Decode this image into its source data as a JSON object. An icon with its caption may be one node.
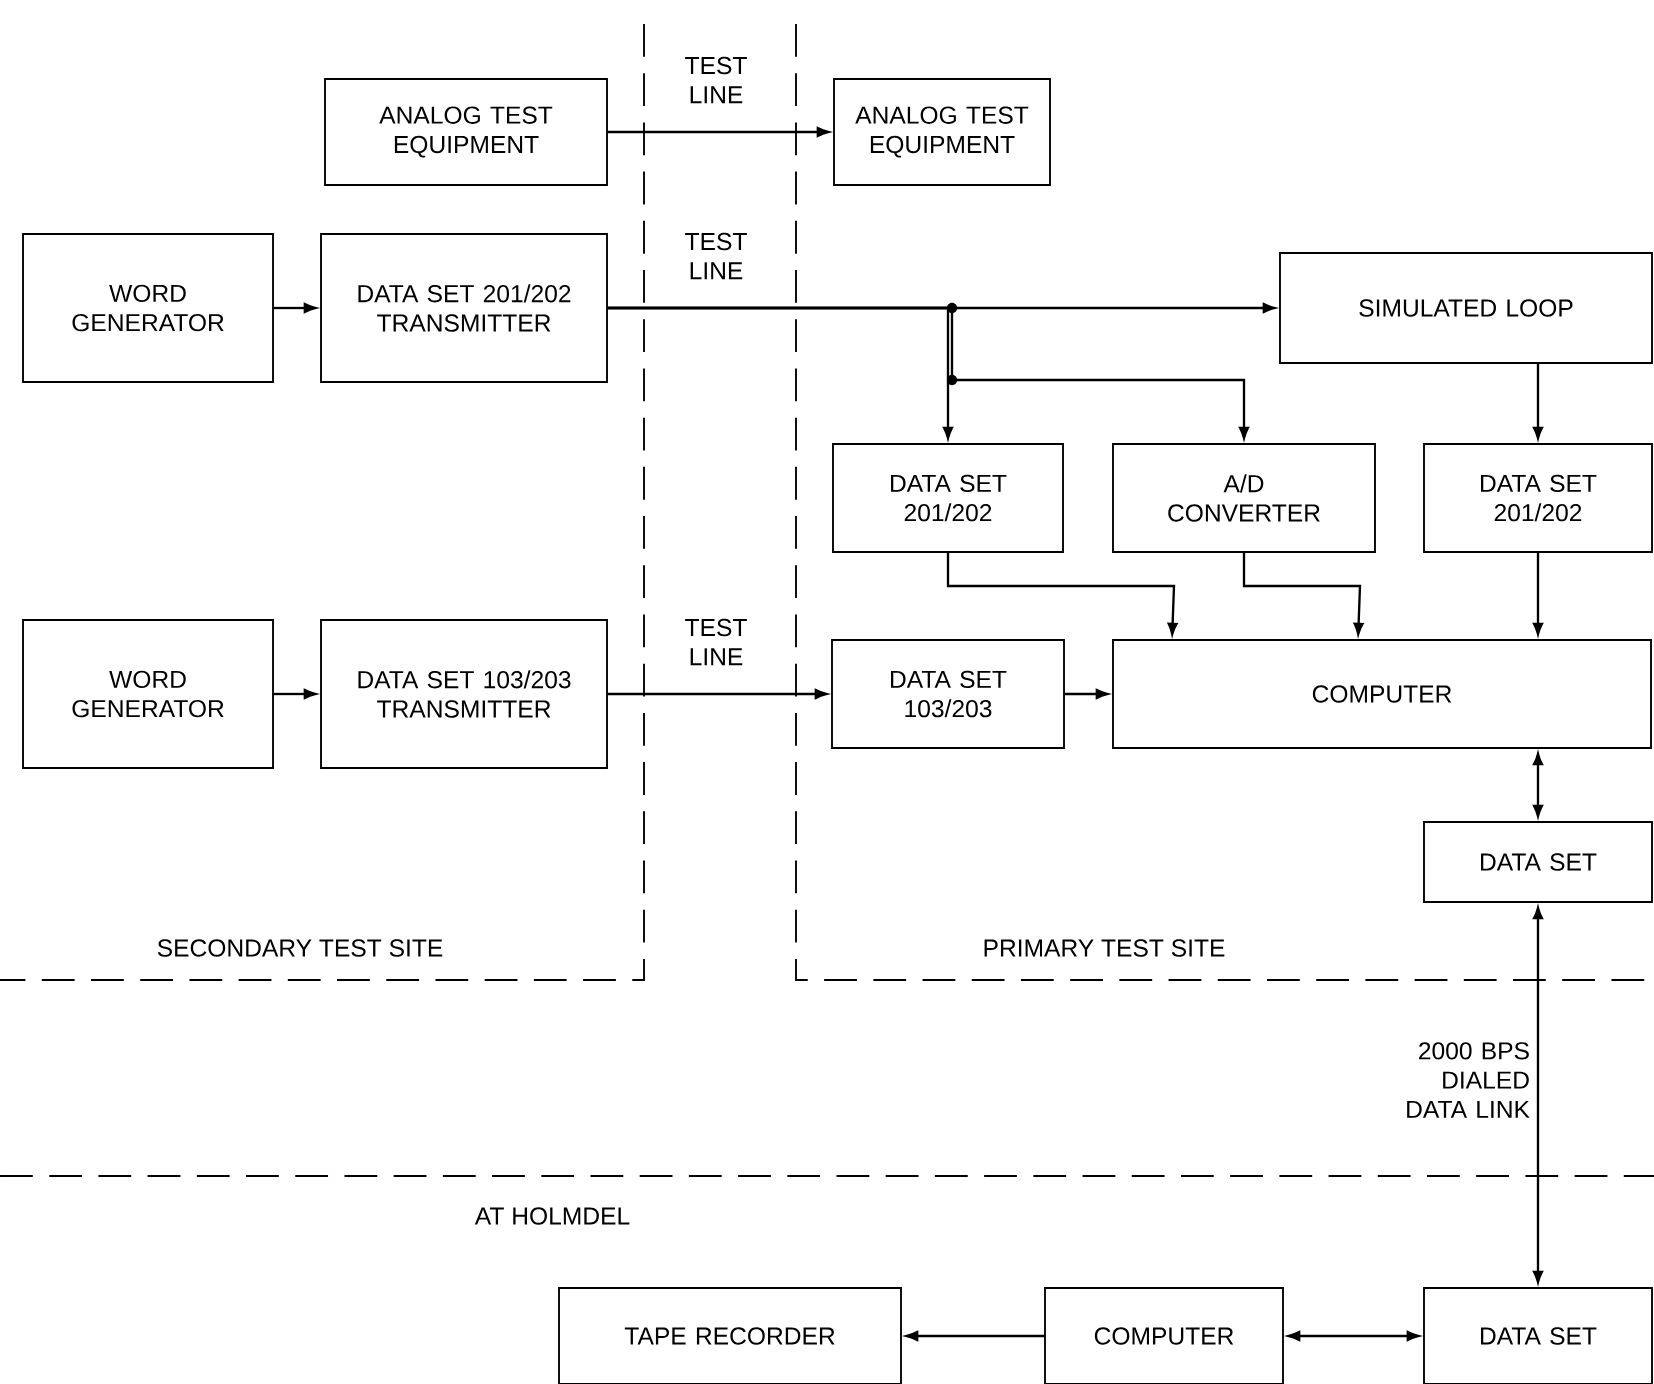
{
  "diagram": {
    "nodes": [
      {
        "text": [
          "ANALOG TEST EQUIPMENT"
        ]
      },
      {
        "text": [
          "ANALOG TEST EQUIPMENT"
        ]
      },
      {
        "text": [
          "WORD GENERATOR"
        ]
      },
      {
        "text": [
          "DATA SET 201/202 TRANSMITTER"
        ]
      },
      {
        "text": [
          "SIMULATED LOOP"
        ]
      },
      {
        "text": [
          "DATA SET 201/202"
        ]
      },
      {
        "text": [
          "A/D CONVERTER"
        ]
      },
      {
        "text": [
          "DATA SET 201/202"
        ]
      },
      {
        "text": [
          "WORD GENERATOR"
        ]
      },
      {
        "text": [
          "DATA SET 103/203 TRANSMITTER"
        ]
      },
      {
        "text": [
          "DATA SET 103/203"
        ]
      },
      {
        "text": [
          "COMPUTER"
        ]
      },
      {
        "text": [
          "DATA SET"
        ]
      },
      {
        "text": [
          "TAPE RECORDER"
        ]
      },
      {
        "text": [
          "COMPUTER"
        ]
      },
      {
        "text": [
          "DATA SET"
        ]
      }
    ],
    "edges": [
      {
        "from": 0,
        "to": 1,
        "arrow": "to",
        "label": "TEST LINE"
      },
      {
        "from": 2,
        "to": 3,
        "arrow": "to"
      },
      {
        "from": 3,
        "to": 4,
        "arrow": "to",
        "label": "TEST LINE"
      },
      {
        "from": 3,
        "to": 5,
        "arrow": "to"
      },
      {
        "from": 3,
        "to": 6,
        "arrow": "to"
      },
      {
        "from": 4,
        "to": 7,
        "arrow": "to"
      },
      {
        "from": 5,
        "to": 11,
        "arrow": "to"
      },
      {
        "from": 6,
        "to": 11,
        "arrow": "to"
      },
      {
        "from": 7,
        "to": 11,
        "arrow": "to"
      },
      {
        "from": 8,
        "to": 9,
        "arrow": "to"
      },
      {
        "from": 9,
        "to": 10,
        "arrow": "to",
        "label": "TEST LINE"
      },
      {
        "from": 10,
        "to": 11,
        "arrow": "to"
      },
      {
        "from": 11,
        "to": 12,
        "arrow": "both"
      },
      {
        "from": 12,
        "to": 15,
        "arrow": "both",
        "label": "2000 BPS DIALED DATA LINK"
      },
      {
        "from": 14,
        "to": 13,
        "arrow": "to"
      },
      {
        "from": 14,
        "to": 15,
        "arrow": "both"
      }
    ],
    "labels": [
      "SECONDARY TEST SITE",
      "PRIMARY TEST SITE",
      "AT HOLMDEL"
    ]
  }
}
